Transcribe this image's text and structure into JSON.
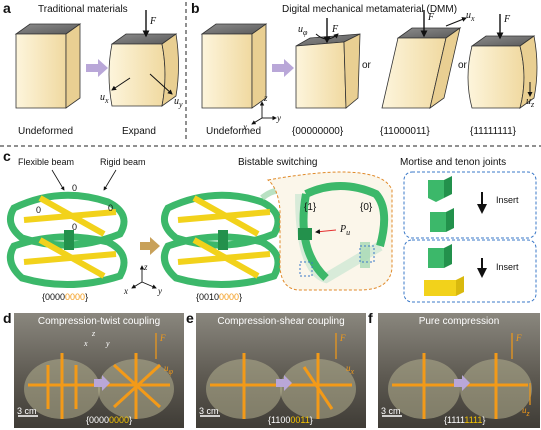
{
  "panel_a": {
    "letter": "a",
    "title": "Traditional materials",
    "label_left": "Undeformed",
    "label_right": "Expand",
    "force": "F",
    "ux": "u",
    "ux_sub": "x",
    "uy": "u",
    "uy_sub": "y"
  },
  "panel_b": {
    "letter": "b",
    "title": "Digital mechanical metamaterial (DMM)",
    "label_undeformed": "Undeformed",
    "or1": "or",
    "or2": "or",
    "code1": "{00000000}",
    "code2": "{11000011}",
    "code3": "{11111111}",
    "force": "F",
    "uphi": "u",
    "uphi_sub": "φ",
    "ux": "u",
    "ux_sub": "x",
    "uz": "u",
    "uz_sub": "z",
    "axis_x": "x",
    "axis_y": "y",
    "axis_z": "z"
  },
  "panel_c": {
    "letter": "c",
    "flexible_beam": "Flexible beam",
    "rigid_beam": "Rigid beam",
    "bistable": "Bistable switching",
    "mortise": "Mortise and tenon joints",
    "insert1": "Insert",
    "insert2": "Insert",
    "state1": "{1}",
    "state0": "{0}",
    "pu": "P",
    "pu_sub": "u",
    "zero_labels": [
      "0",
      "0",
      "0",
      "0"
    ],
    "code1_white": "{0000",
    "code1_yellow": "0000",
    "code1_end": "}",
    "code2_white": "{0010",
    "code2_yellow": "0000",
    "code2_end": "}",
    "axis_x": "x",
    "axis_y": "y",
    "axis_z": "z"
  },
  "panel_d": {
    "letter": "d",
    "title": "Compression-twist coupling",
    "scale": "3 cm",
    "code_white": "{0000",
    "code_yellow": "0000",
    "code_end": "}",
    "force": "F",
    "uphi": "u",
    "uphi_sub": "φ",
    "axis_x": "x",
    "axis_y": "y",
    "axis_z": "z"
  },
  "panel_e": {
    "letter": "e",
    "title": "Compression-shear coupling",
    "scale": "3 cm",
    "code_white": "{1100",
    "code_yellow": "0011",
    "code_end": "}",
    "force": "F",
    "ux": "u",
    "ux_sub": "x"
  },
  "panel_f": {
    "letter": "f",
    "title": "Pure compression",
    "scale": "3 cm",
    "code_white": "{1111",
    "code_yellow": "1111",
    "code_end": "}",
    "force": "F",
    "uz": "u",
    "uz_sub": "z"
  },
  "colors": {
    "green": "#3cb86a",
    "green_dark": "#23914c",
    "yellow": "#f2d21b",
    "orange": "#f39a18",
    "purple_arrow": "#b9a7d8",
    "tan_arrow": "#c8a15a",
    "blue_dash": "#3a78c8",
    "orange_dash": "#e08a2a"
  }
}
